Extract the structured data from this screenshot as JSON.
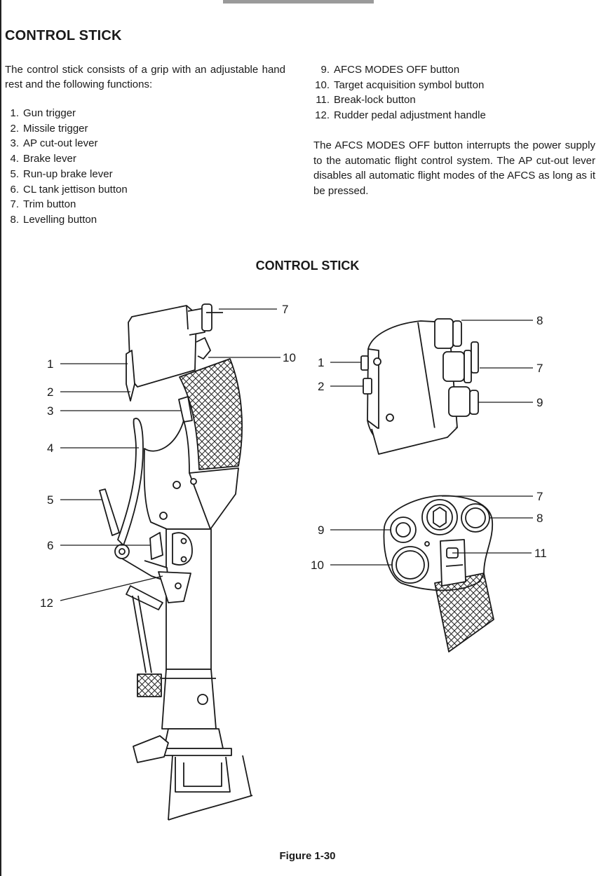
{
  "heading": "CONTROL STICK",
  "intro": "The control stick consists of a grip with an adjustable hand rest and the following functions:",
  "functions": [
    {
      "num": "1.",
      "label": "Gun trigger"
    },
    {
      "num": "2.",
      "label": "Missile trigger"
    },
    {
      "num": "3.",
      "label": "AP cut-out lever"
    },
    {
      "num": "4.",
      "label": "Brake lever"
    },
    {
      "num": "5.",
      "label": "Run-up brake lever"
    },
    {
      "num": "6.",
      "label": "CL tank jettison button"
    },
    {
      "num": "7.",
      "label": "Trim button"
    },
    {
      "num": "8.",
      "label": "Levelling button"
    },
    {
      "num": "9.",
      "label": "AFCS MODES OFF button"
    },
    {
      "num": "10.",
      "label": "Target acquisition symbol button"
    },
    {
      "num": "11.",
      "label": "Break-lock button"
    },
    {
      "num": "12.",
      "label": "Rudder pedal adjustment handle"
    }
  ],
  "description": "The AFCS MODES OFF button interrupts the power supply to the automatic flight control system. The AP cut-out lever disables all automatic flight modes of the AFCS as long as it be pressed.",
  "figure": {
    "title": "CONTROL STICK",
    "caption": "Figure 1-30",
    "side_view_callouts": [
      "7",
      "10",
      "1",
      "2",
      "3",
      "4",
      "5",
      "6",
      "12"
    ],
    "top_view_callouts": [
      "8",
      "1",
      "7",
      "2",
      "9"
    ],
    "face_view_callouts": [
      "7",
      "8",
      "9",
      "10",
      "11"
    ]
  }
}
